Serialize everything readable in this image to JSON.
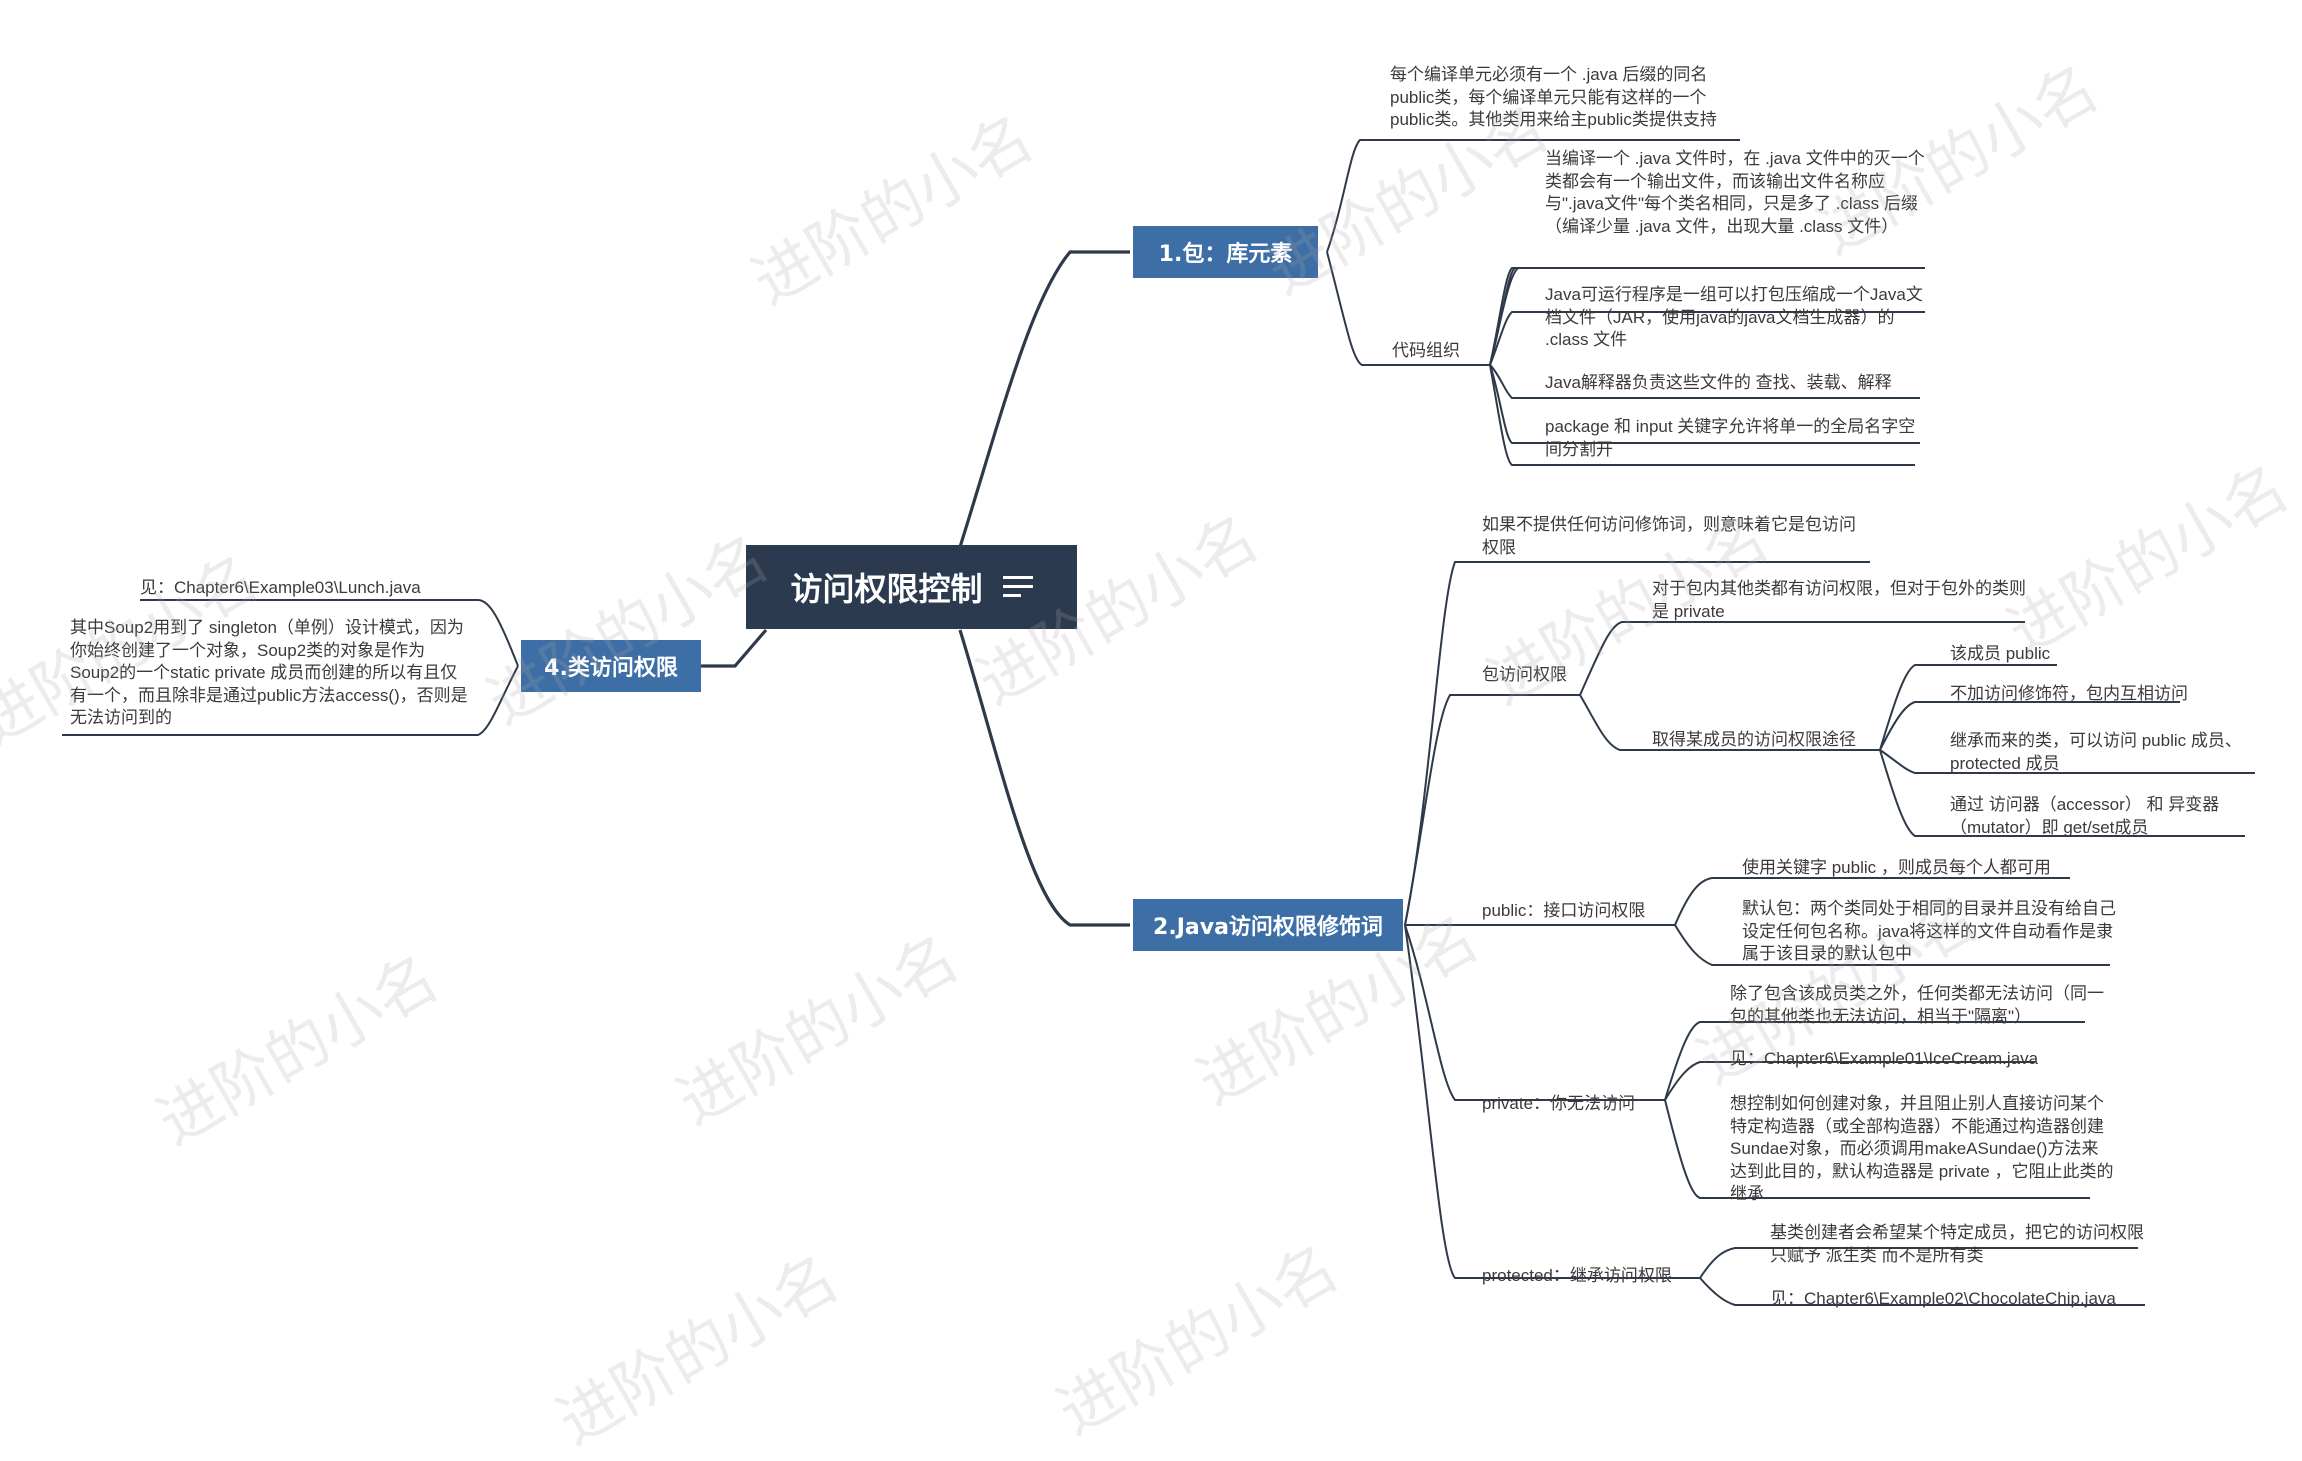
{
  "root": {
    "title": "访问权限控制"
  },
  "branches": {
    "b1": "1.包：库元素",
    "b2": "2.Java访问权限修饰词",
    "b4": "4.类访问权限"
  },
  "b1": {
    "n1": "每个编译单元必须有一个 .java 后缀的同名public类，每个编译单元只能有这样的一个public类。其他类用来给主public类提供支持",
    "code_org": "代码组织",
    "c1": "当编译一个 .java 文件时，在 .java 文件中的灭一个类都会有一个输出文件，而该输出文件名称应与\".java文件\"每个类名相同，只是多了 .class 后缀（编译少量 .java 文件，出现大量 .class 文件）",
    "c2": "Java可运行程序是一组可以打包压缩成一个Java文档文件（JAR，使用java的java文档生成器）的 .class 文件",
    "c3": "Java解释器负责这些文件的 查找、装载、解释",
    "c4": "package 和 input 关键字允许将单一的全局名字空间分割开"
  },
  "b2": {
    "none": "如果不提供任何访问修饰词，则意味着它是包访问权限",
    "pkg": "包访问权限",
    "pkg_a": "对于包内其他类都有访问权限，但对于包外的类则是 private",
    "pkg_b": "取得某成员的访问权限途径",
    "way1": "该成员 public",
    "way2": "不加访问修饰符，包内互相访问",
    "way3": "继承而来的类，可以访问 public 成员、protected 成员",
    "way4": "通过 访问器（accessor） 和 异变器（mutator）即 get/set成员",
    "pub": "public：接口访问权限",
    "pub1": "使用关键字 public ，则成员每个人都可用",
    "pub2": "默认包：两个类同处于相同的目录并且没有给自己设定任何包名称。java将这样的文件自动看作是隶属于该目录的默认包中",
    "pri": "private：你无法访问",
    "pri1": "除了包含该成员类之外，任何类都无法访问（同一包的其他类也无法访问，相当于\"隔离\"）",
    "pri2": "见：Chapter6\\Example01\\IceCream.java",
    "pri3": "想控制如何创建对象，并且阻止别人直接访问某个特定构造器（或全部构造器）不能通过构造器创建Sundae对象，而必须调用makeASundae()方法来达到此目的，默认构造器是 private ，它阻止此类的继承",
    "pro": "protected：继承访问权限",
    "pro1": "基类创建者会希望某个特定成员，把它的访问权限只赋予 派生类 而不是所有类",
    "pro2": "见：Chapter6\\Example02\\ChocolateChip.java"
  },
  "b4": {
    "n1": "见：Chapter6\\Example03\\Lunch.java",
    "n2": "其中Soup2用到了 singleton（单例）设计模式，因为你始终创建了一个对象，Soup2类的对象是作为Soup2的一个static private 成员而创建的所以有且仅有一个，而且除非是通过public方法access()，否则是无法访问到的"
  },
  "watermark": "进阶的小名"
}
